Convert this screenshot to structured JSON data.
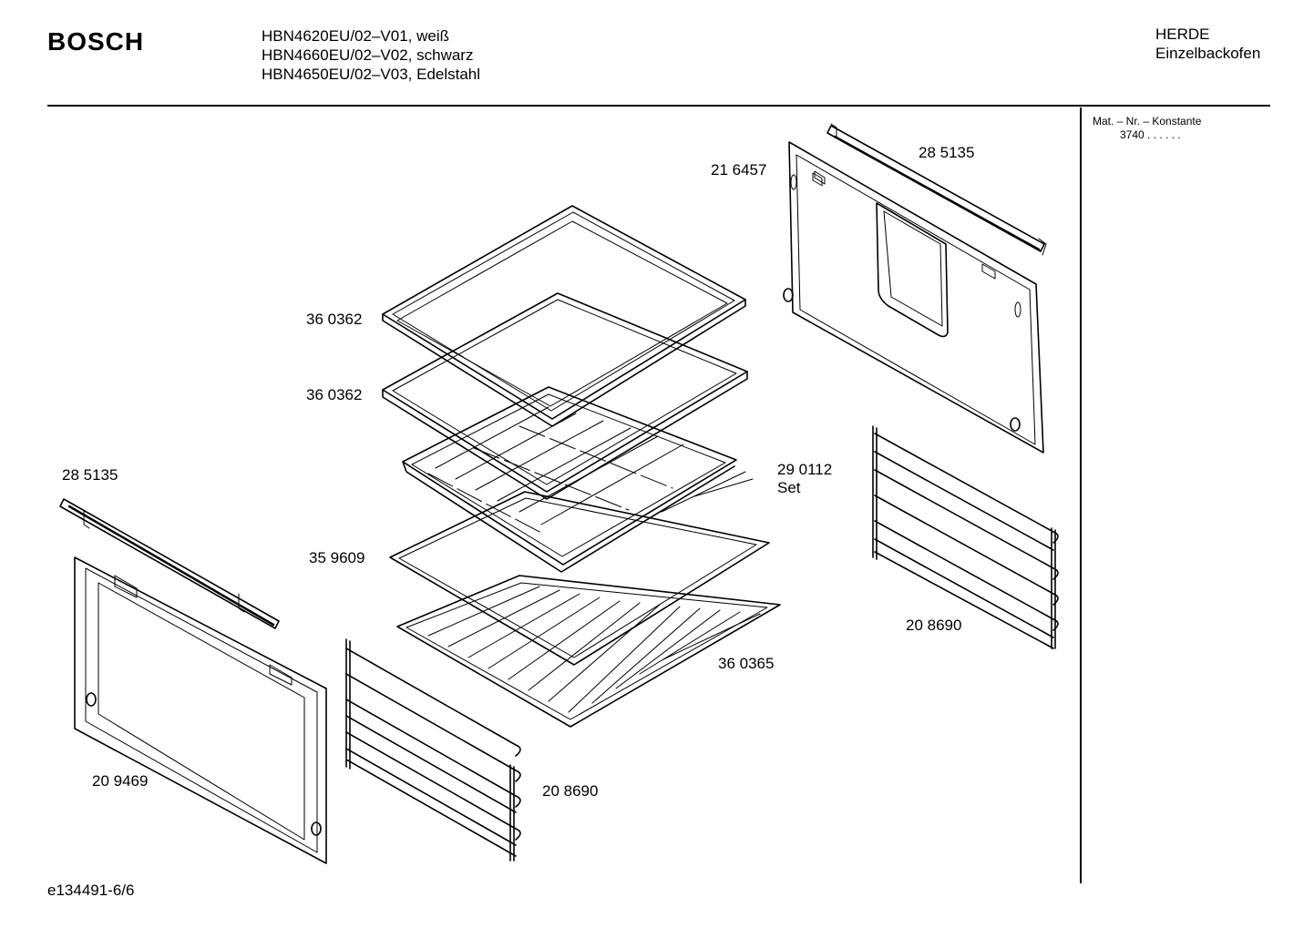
{
  "header": {
    "brand": "BOSCH",
    "models": [
      "HBN4620EU/02–V01, weiß",
      "HBN4660EU/02–V02, schwarz",
      "HBN4650EU/02–V03, Edelstahl"
    ],
    "category": [
      "HERDE",
      "Einzelbackofen"
    ]
  },
  "sidebar": {
    "mat_label": "Mat. – Nr. – Konstante",
    "mat_value": "3740 . . . . . ."
  },
  "parts": {
    "back_panel": "21 6457",
    "rail_top": "28 5135",
    "baking_tray_1": "36 0362",
    "baking_tray_2": "36 0362",
    "grill_set_code": "29 0112",
    "grill_set_label": "Set",
    "rail_left": "28 5135",
    "frame_tray": "35 9609",
    "rack_right": "20 8690",
    "wire_shelf": "36 0365",
    "door_frame": "20 9469",
    "rack_left": "20 8690"
  },
  "footer": {
    "doc_id": "e134491-6/6"
  }
}
